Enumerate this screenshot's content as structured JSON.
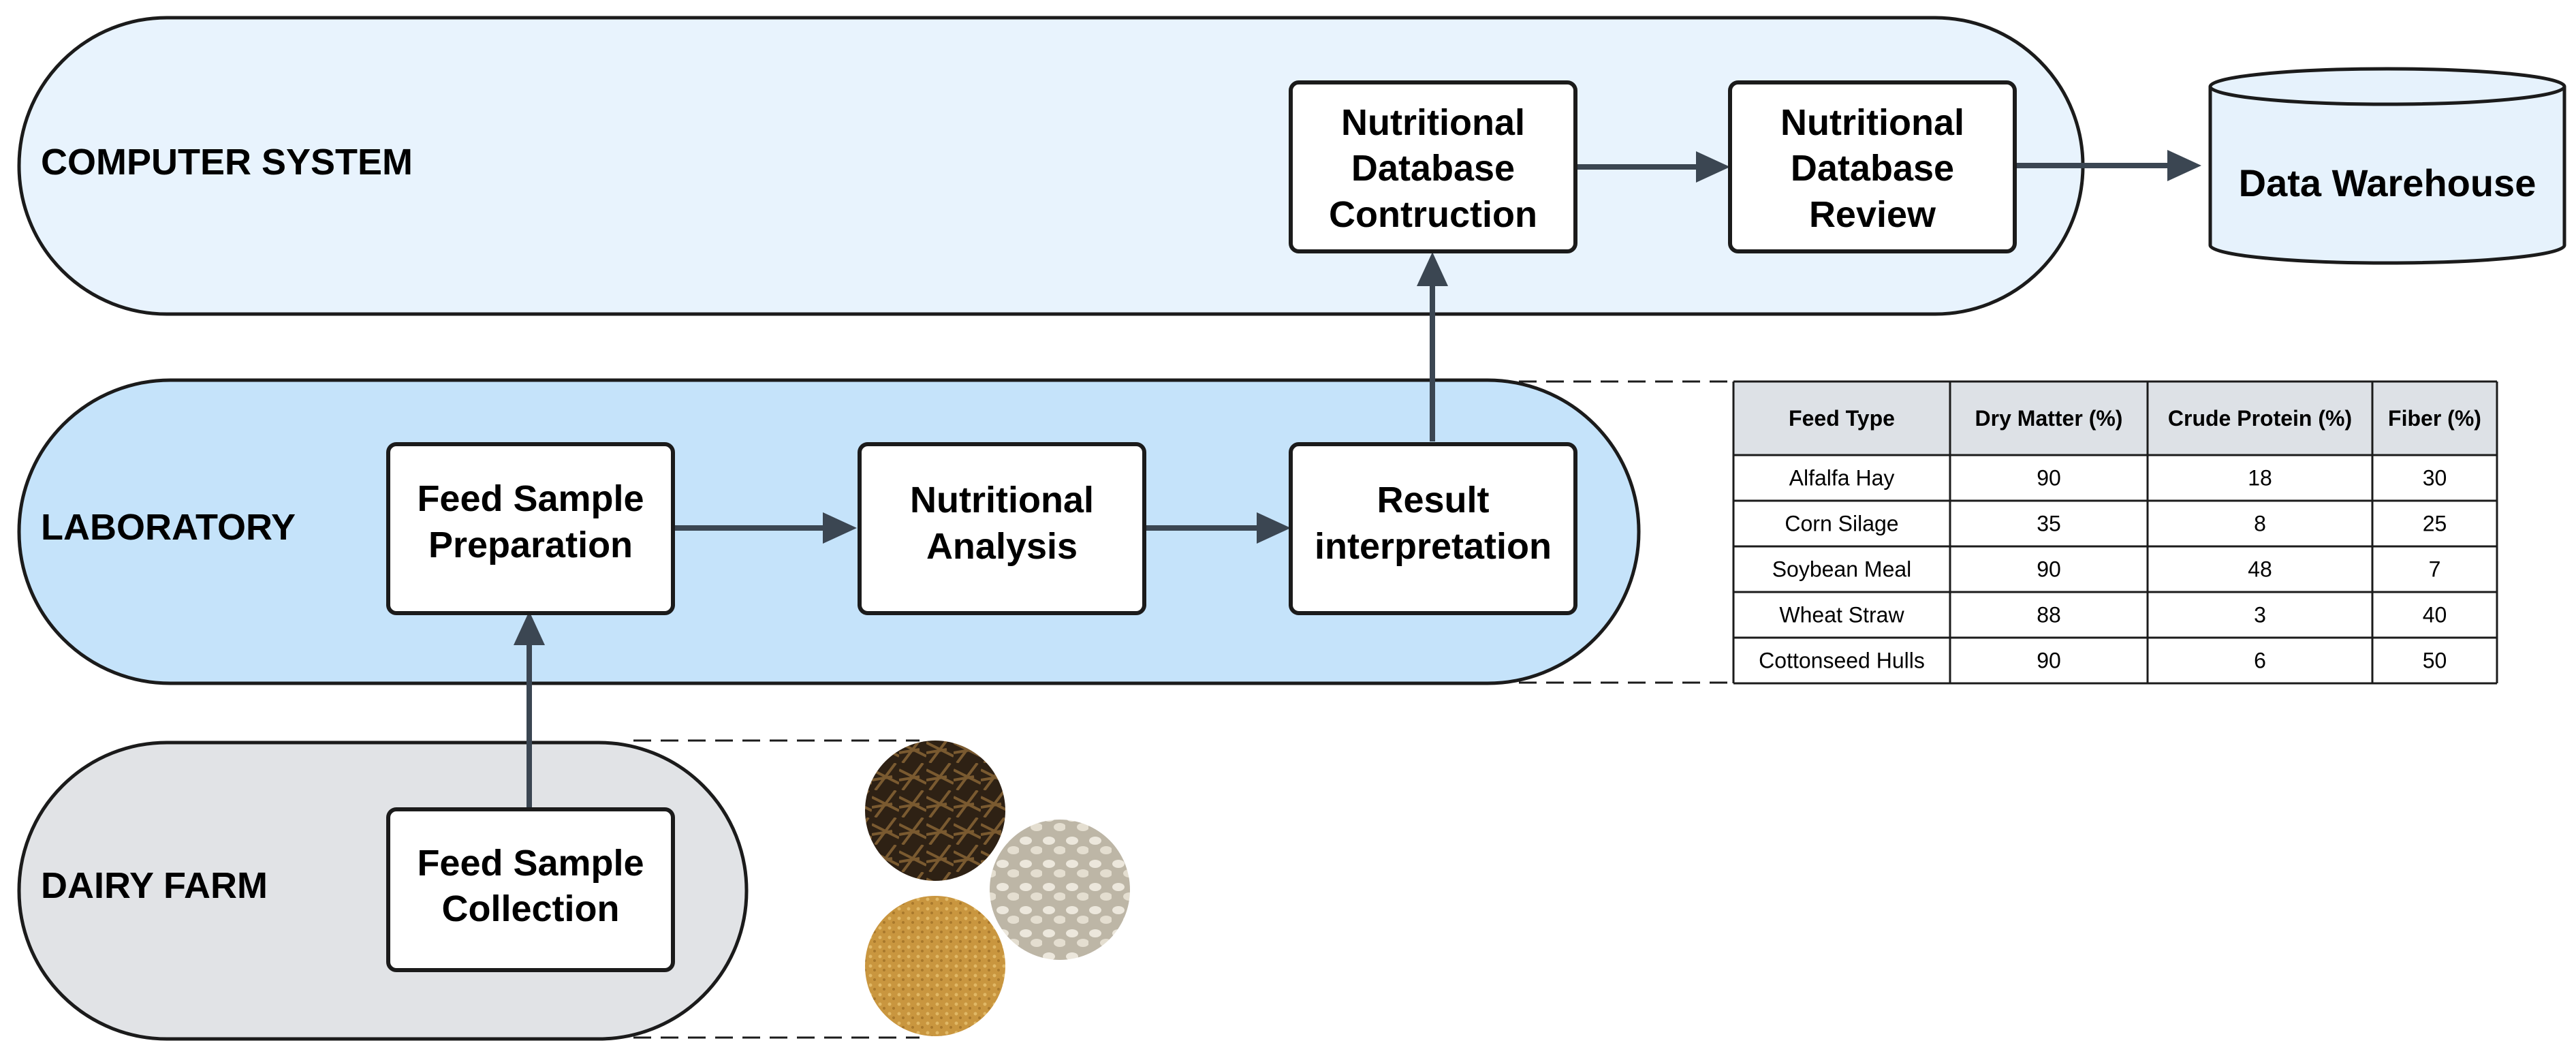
{
  "colors": {
    "computer_lane": "#e8f3fd",
    "laboratory_lane": "#c5e3fa",
    "dairy_lane": "#e1e3e6",
    "box_fill": "#ffffff",
    "stroke": "#1b1b1b",
    "arrow": "#3b4652",
    "table_header": "#dde1e6",
    "cylinder_fill": "#e6f2fc"
  },
  "lanes": {
    "computer": "COMPUTER SYSTEM",
    "laboratory": "LABORATORY",
    "dairy": "DAIRY FARM"
  },
  "boxes": {
    "construction": [
      "Nutritional",
      "Database",
      "Contruction"
    ],
    "review": [
      "Nutritional",
      "Database",
      "Review"
    ],
    "preparation": [
      "Feed Sample",
      "Preparation"
    ],
    "analysis": [
      "Nutritional",
      "Analysis"
    ],
    "interpretation": [
      "Result",
      "interpretation"
    ],
    "collection": [
      "Feed Sample",
      "Collection"
    ]
  },
  "warehouse": {
    "label": "Data Warehouse"
  },
  "table": {
    "headers": [
      "Feed Type",
      "Dry Matter (%)",
      "Crude Protein (%)",
      "Fiber (%)"
    ],
    "rows": [
      [
        "Alfalfa Hay",
        "90",
        "18",
        "30"
      ],
      [
        "Corn Silage",
        "35",
        "8",
        "25"
      ],
      [
        "Soybean Meal",
        "90",
        "48",
        "7"
      ],
      [
        "Wheat Straw",
        "88",
        "3",
        "40"
      ],
      [
        "Cottonseed Hulls",
        "90",
        "6",
        "50"
      ]
    ]
  },
  "samples": [
    {
      "name": "hay-sample-icon",
      "color": "#3a2a18"
    },
    {
      "name": "cottonseed-sample-icon",
      "color": "#d8d2c4"
    },
    {
      "name": "meal-sample-icon",
      "color": "#c99a45"
    }
  ]
}
